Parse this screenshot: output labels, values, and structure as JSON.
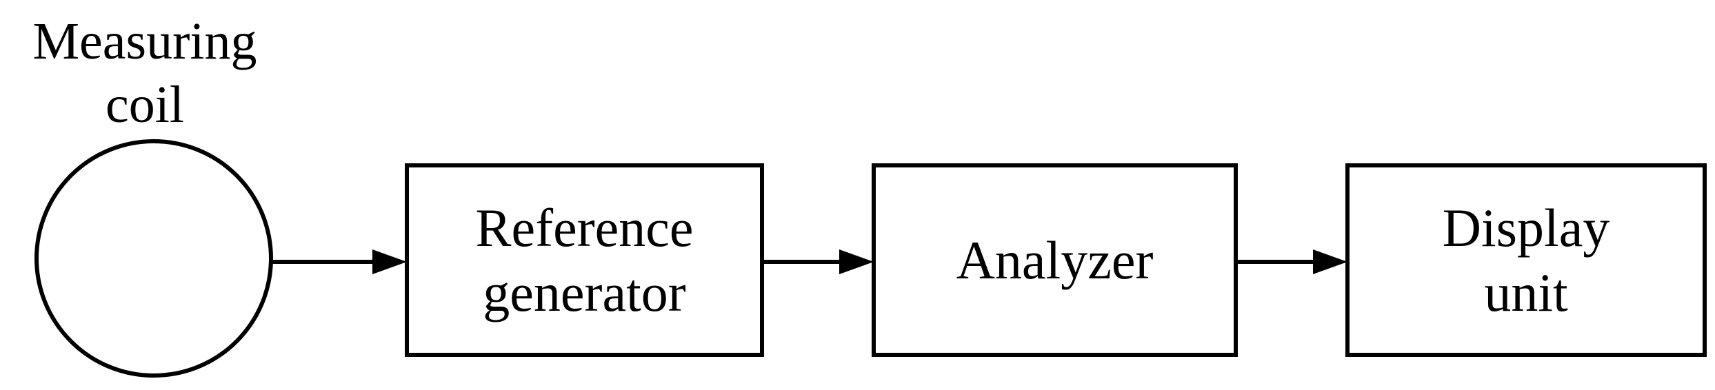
{
  "coil": {
    "label_line1": "Measuring",
    "label_line2": "coil"
  },
  "blocks": [
    {
      "line1": "Reference",
      "line2": "generator"
    },
    {
      "line1": "Analyzer",
      "line2": ""
    },
    {
      "line1": "Display",
      "line2": "unit"
    }
  ],
  "colors": {
    "stroke": "#000000",
    "background": "#ffffff"
  }
}
